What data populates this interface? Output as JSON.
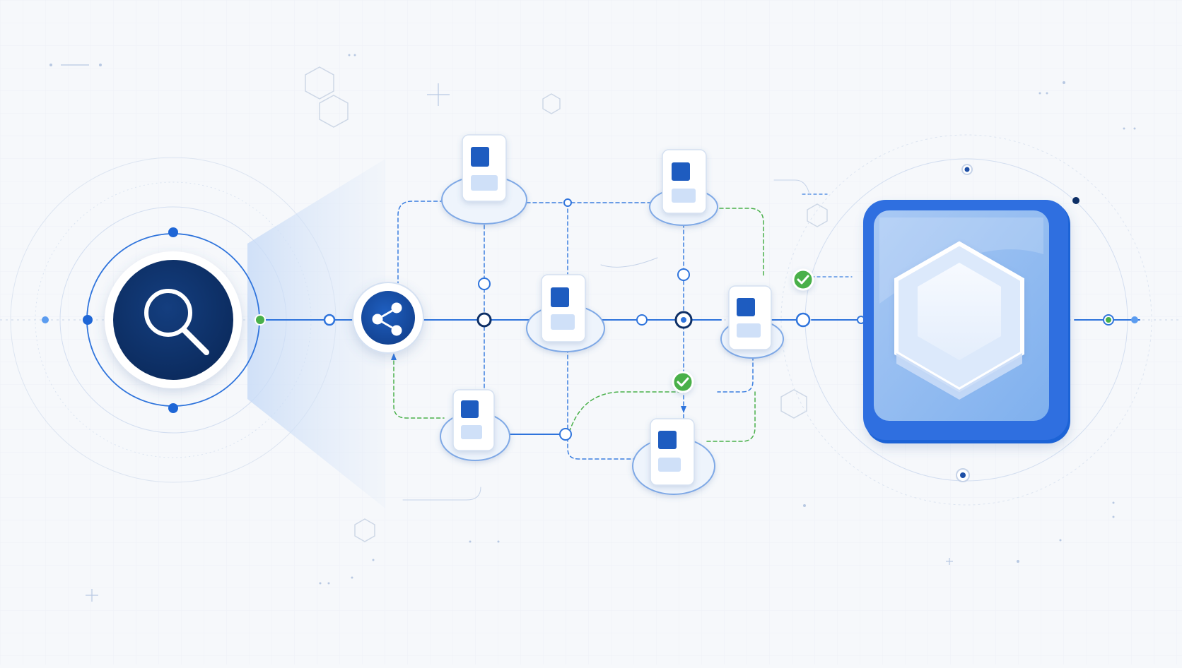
{
  "colors": {
    "background": "#f6f8fb",
    "grid": "#e6ebf3",
    "navy": "#0d2f66",
    "primary_blue": "#1e66d6",
    "mid_blue": "#3a7ee0",
    "light_blue": "#c9dcf7",
    "pale_blue": "#e3edfb",
    "green": "#49b04a",
    "white": "#ffffff"
  },
  "icons": {
    "search_node": "magnifying-glass-icon",
    "router_node": "share-icon",
    "document_nodes": "document-card-icon",
    "checkpoints": "checkmark-icon",
    "destination": "hexagon-icon"
  },
  "nodes": {
    "search": {
      "kind": "source",
      "icon": "magnifying-glass-icon"
    },
    "router": {
      "kind": "distributor",
      "icon": "share-icon"
    },
    "documents": [
      {
        "id": "doc-top-left"
      },
      {
        "id": "doc-top-right"
      },
      {
        "id": "doc-center"
      },
      {
        "id": "doc-mid-right"
      },
      {
        "id": "doc-bottom-left"
      },
      {
        "id": "doc-bottom-right"
      }
    ],
    "checks": [
      {
        "id": "check-mid",
        "status": "ok"
      },
      {
        "id": "check-right",
        "status": "ok"
      }
    ],
    "destination": {
      "kind": "sink",
      "icon": "hexagon-icon"
    }
  }
}
